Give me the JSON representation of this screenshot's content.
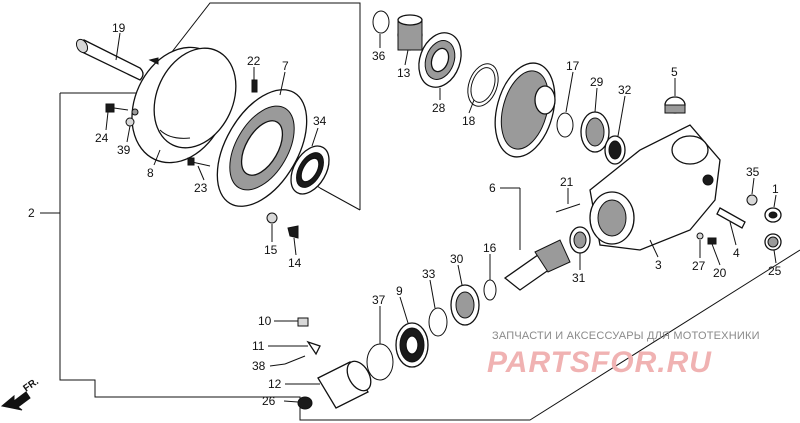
{
  "diagram": {
    "callouts": [
      {
        "id": "c1",
        "text": "1"
      },
      {
        "id": "c2",
        "text": "2"
      },
      {
        "id": "c3",
        "text": "3"
      },
      {
        "id": "c4",
        "text": "4"
      },
      {
        "id": "c5",
        "text": "5"
      },
      {
        "id": "c6",
        "text": "6"
      },
      {
        "id": "c7",
        "text": "7"
      },
      {
        "id": "c8",
        "text": "8"
      },
      {
        "id": "c9",
        "text": "9"
      },
      {
        "id": "c10",
        "text": "10"
      },
      {
        "id": "c11",
        "text": "11"
      },
      {
        "id": "c12",
        "text": "12"
      },
      {
        "id": "c13",
        "text": "13"
      },
      {
        "id": "c14",
        "text": "14"
      },
      {
        "id": "c15",
        "text": "15"
      },
      {
        "id": "c16",
        "text": "16"
      },
      {
        "id": "c17",
        "text": "17"
      },
      {
        "id": "c18",
        "text": "18"
      },
      {
        "id": "c19",
        "text": "19"
      },
      {
        "id": "c20",
        "text": "20"
      },
      {
        "id": "c21",
        "text": "21"
      },
      {
        "id": "c22",
        "text": "22"
      },
      {
        "id": "c23",
        "text": "23"
      },
      {
        "id": "c24",
        "text": "24"
      },
      {
        "id": "c25",
        "text": "25"
      },
      {
        "id": "c26",
        "text": "26"
      },
      {
        "id": "c27",
        "text": "27"
      },
      {
        "id": "c28",
        "text": "28"
      },
      {
        "id": "c29",
        "text": "29"
      },
      {
        "id": "c30",
        "text": "30"
      },
      {
        "id": "c31",
        "text": "31"
      },
      {
        "id": "c32",
        "text": "32"
      },
      {
        "id": "c33",
        "text": "33"
      },
      {
        "id": "c34",
        "text": "34"
      },
      {
        "id": "c35",
        "text": "35"
      },
      {
        "id": "c36",
        "text": "36"
      },
      {
        "id": "c37",
        "text": "37"
      },
      {
        "id": "c38",
        "text": "38"
      },
      {
        "id": "c39",
        "text": "39"
      }
    ],
    "direction_label": "FR."
  },
  "watermark": {
    "caption": "ЗАПЧАСТИ И АКСЕССУАРЫ ДЛЯ МОТОТЕХНИКИ",
    "logo": "PARTSFOR.RU"
  },
  "colors": {
    "line": "#111111",
    "watermark_logo": "#f0b2b2",
    "watermark_caption": "#8a8a8a"
  }
}
